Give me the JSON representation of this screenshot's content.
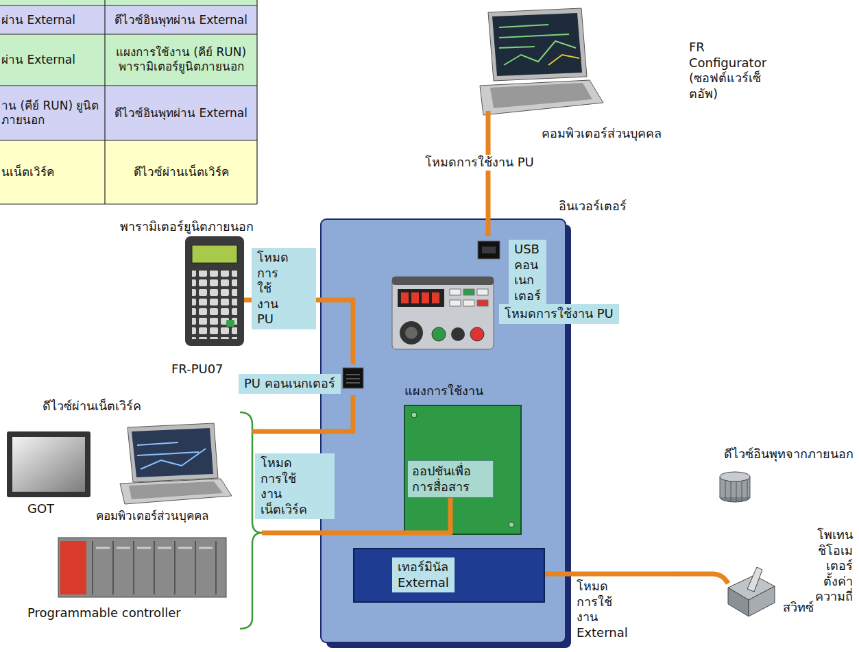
{
  "diagram": {
    "nodes": [
      {
        "text": [
          "อินเวอร์เตอร์"
        ]
      },
      {
        "text": [
          "USB คอนเนกเตอร์"
        ],
        "in": 0
      },
      {
        "text": [
          "PU คอนเนกเตอร์"
        ]
      },
      {
        "text": [
          "แผงการใช้งาน"
        ],
        "in": 0
      },
      {
        "text": [
          "ออปชันเพื่อการสื่อสาร"
        ],
        "in": 3
      },
      {
        "text": [
          "เทอร์มินัล External"
        ],
        "in": 0
      },
      {
        "text": [
          "FR Configurator (ซอฟต์แวร์เซ็ตอัพ)",
          "คอมพิวเตอร์ส่วนบุคคล"
        ]
      },
      {
        "text": [
          "พารามิเตอร์ยูนิตภายนอก",
          "FR-PU07"
        ]
      },
      {
        "text": [
          "ดีไวซ์ผ่านเน็ตเวิร์ค"
        ]
      },
      {
        "text": [
          "GOT"
        ],
        "in": 8
      },
      {
        "text": [
          "คอมพิวเตอร์ส่วนบุคคล"
        ],
        "in": 8
      },
      {
        "text": [
          "Programmable controller"
        ],
        "in": 8
      },
      {
        "text": [
          "ดีไวซ์อินพุทจากภายนอก"
        ]
      },
      {
        "text": [
          "โพเทนชิโอเมเตอร์ ตั้งค่าความถี่"
        ],
        "in": 12
      },
      {
        "text": [
          "สวิทซ์"
        ],
        "in": 12
      }
    ],
    "edges": [
      {
        "from": 6,
        "to": 1,
        "arrow": "none",
        "label": "โหมดการใช้งาน PU"
      },
      {
        "from": 7,
        "to": 2,
        "arrow": "none",
        "label": "โหมดการใช้งาน PU"
      },
      {
        "from": 8,
        "to": 2,
        "arrow": "none"
      },
      {
        "from": 8,
        "to": 4,
        "arrow": "none",
        "label": "โหมดการใช้งาน เน็ตเวิร์ค"
      },
      {
        "from": 12,
        "to": 5,
        "arrow": "none",
        "label": "โหมดการใช้งาน External"
      }
    ],
    "labels": [
      "ผ่าน External",
      "ดีไวซ์อินพุทผ่าน External",
      "ผ่าน External",
      "แผงการใช้งาน (คีย์ RUN) พารามิเตอร์ยูนิตภายนอก",
      "าน (คีย์ RUN) ยูนิตภายนอก",
      "ดีไวซ์อินพุทผ่าน External",
      "นเน็ตเวิร์ค",
      "ดีไวซ์ผ่านเน็ตเวิร์ค",
      "โหมดการใช้งาน PU"
    ]
  }
}
